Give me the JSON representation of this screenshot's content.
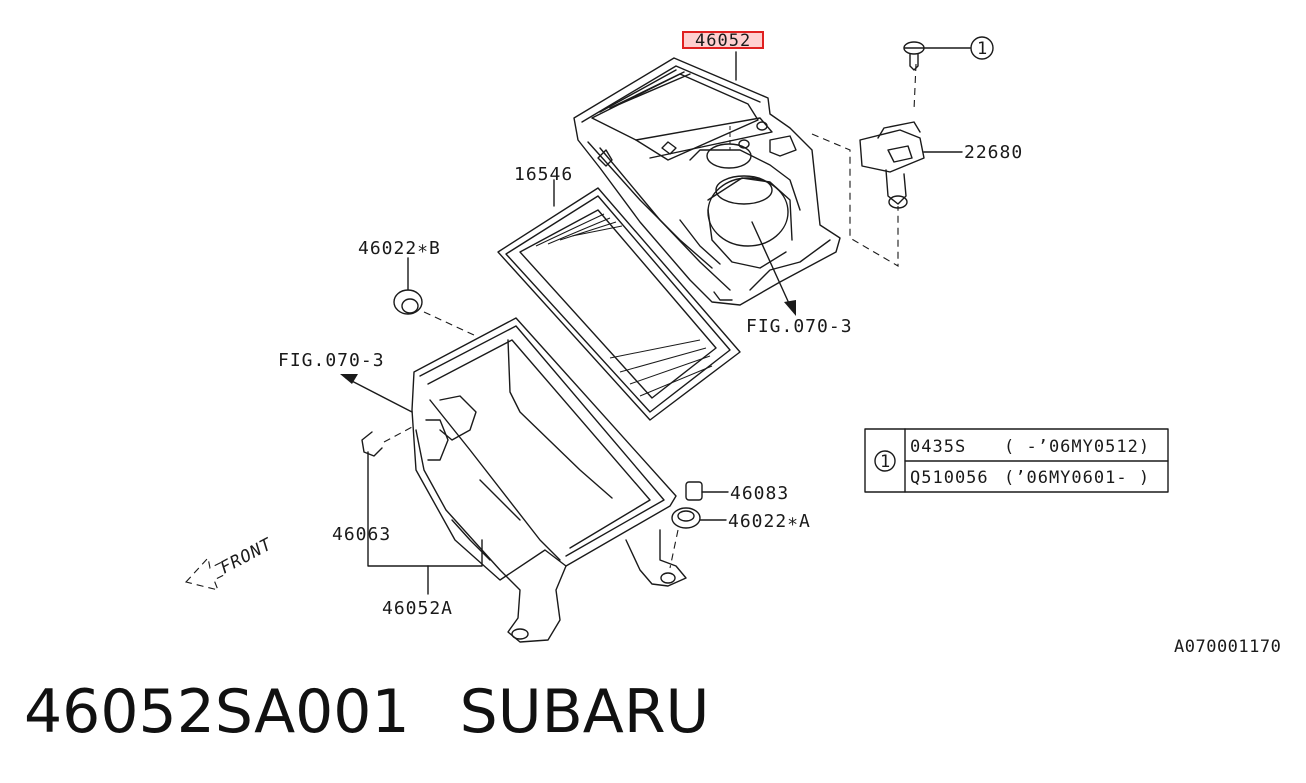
{
  "callouts": {
    "highlighted": "46052",
    "c22680": "22680",
    "c16546": "16546",
    "c46022b": "46022∗B",
    "fig_right": "FIG.070-3",
    "fig_left": "FIG.070-3",
    "c46083": "46083",
    "c46022a": "46022∗A",
    "c46063": "46063",
    "c46052a": "46052A",
    "circle_ref": "1",
    "front": "FRONT"
  },
  "legend_table": {
    "ref": "1",
    "rows": [
      {
        "part": "0435S",
        "range": "( -’06MY0512)"
      },
      {
        "part": "Q510056",
        "range": "(’06MY0601- )"
      }
    ]
  },
  "diagram_code": "A070001170",
  "footer": {
    "part_number": "46052SA001",
    "brand": "SUBARU"
  },
  "colors": {
    "highlight_border": "#e02020",
    "highlight_fill": "#ffd0d0",
    "ink": "#1a1a1a"
  }
}
